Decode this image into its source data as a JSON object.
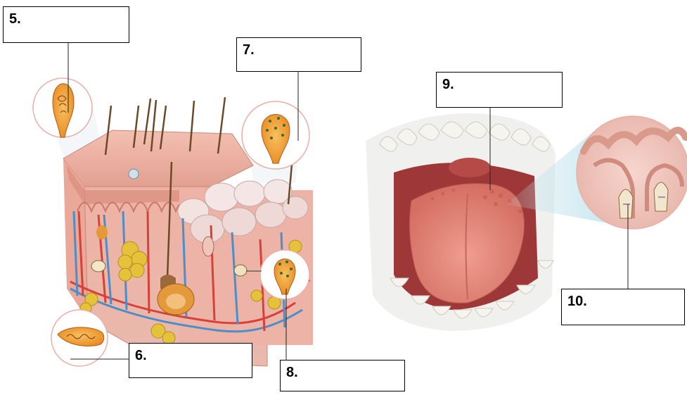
{
  "labels": {
    "l5": "5.",
    "l6": "6.",
    "l7": "7.",
    "l8": "8.",
    "l9": "9.",
    "l10": "10."
  },
  "colors": {
    "skin": "#e9a79a",
    "skin_dark": "#c97969",
    "fat": "#e6c23a",
    "receptor": "#f2a23a",
    "artery": "#d8403a",
    "vein": "#4c8fc8",
    "tongue": "#e6897c",
    "mouth": "#a53a3a",
    "teeth": "#f3f1ea",
    "callout_blue": "#bfe2ee"
  }
}
